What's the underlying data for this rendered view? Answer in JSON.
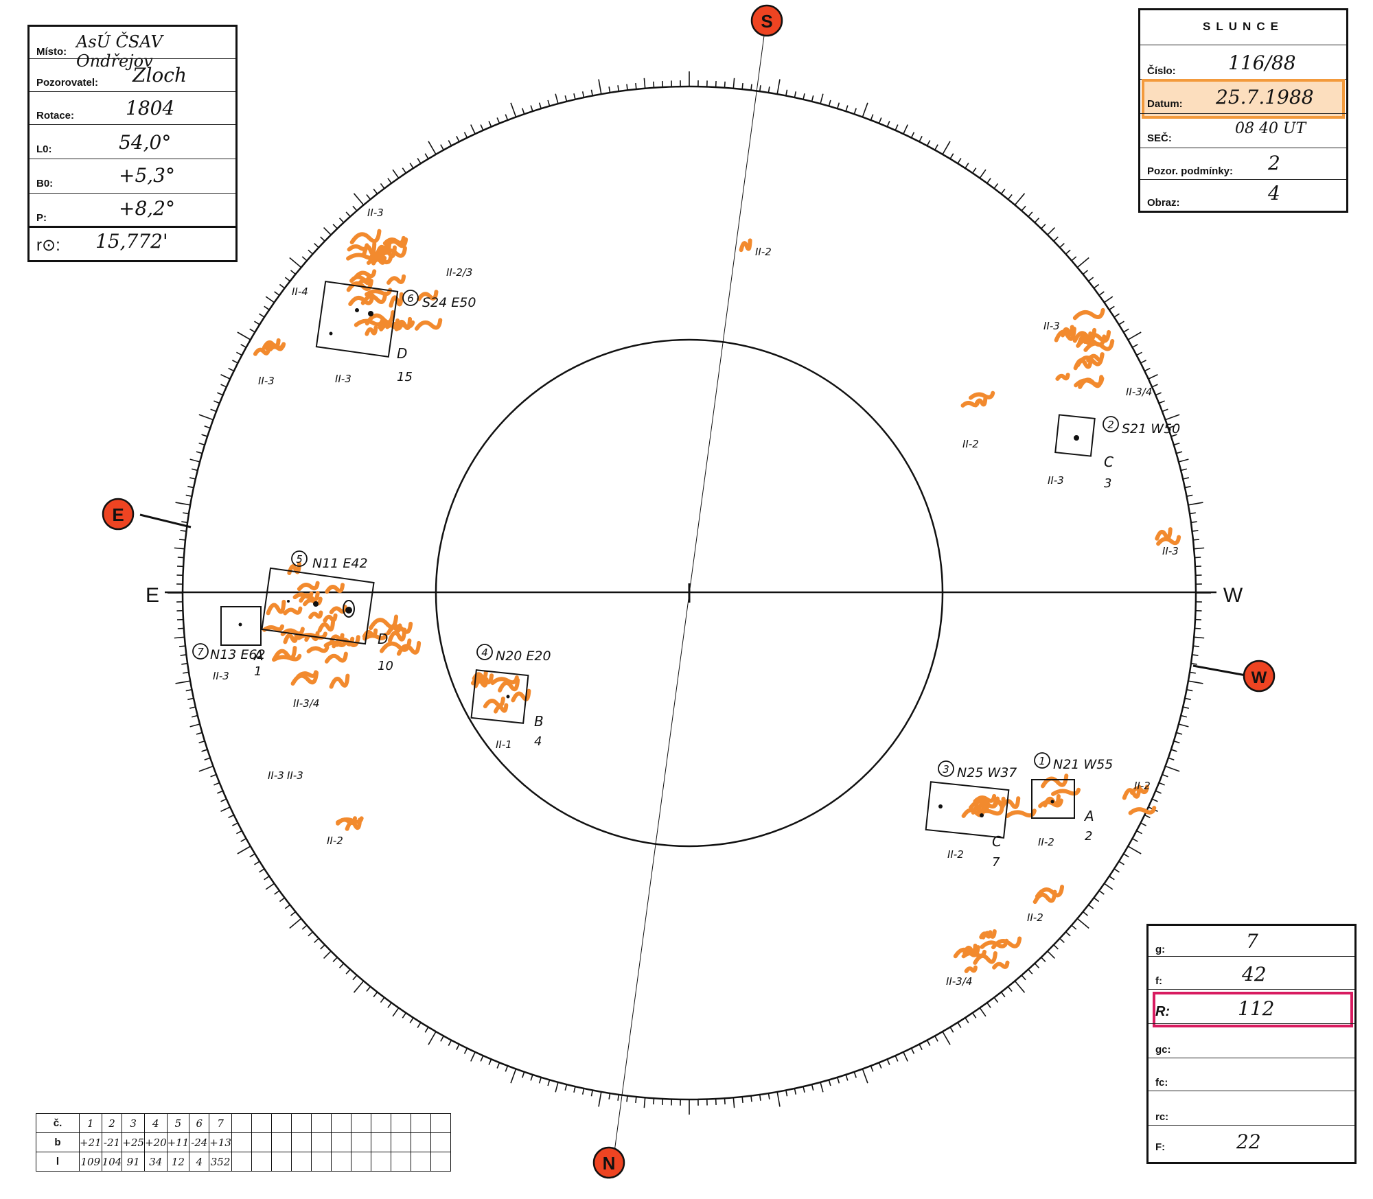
{
  "header_left": {
    "rows": [
      {
        "label": "Místo:",
        "value": "AsÚ ČSAV Ondřejov"
      },
      {
        "label": "Pozorovatel:",
        "value": "Zloch"
      },
      {
        "label": "Rotace:",
        "value": "1804"
      },
      {
        "label": "L0:",
        "value": "54,0°"
      },
      {
        "label": "B0:",
        "value": "+5,3°"
      },
      {
        "label": "P:",
        "value": "+8,2°"
      },
      {
        "label": "r⊙:",
        "value": "15,772'"
      }
    ]
  },
  "header_right": {
    "title": "SLUNCE",
    "rows": [
      {
        "label": "Číslo:",
        "value": "116/88"
      },
      {
        "label": "Datum:",
        "value": "25.7.1988"
      },
      {
        "label": "SEČ:",
        "value": "08 40 UT"
      },
      {
        "label": "Pozor. podmínky:",
        "value": "2"
      },
      {
        "label": "Obraz:",
        "value": "4"
      }
    ],
    "highlight_color": "#f39a3c"
  },
  "summary": {
    "rows": [
      {
        "label": "g:",
        "value": "7"
      },
      {
        "label": "f:",
        "value": "42"
      },
      {
        "label": "R:",
        "value": "112"
      },
      {
        "label": "gc:",
        "value": ""
      },
      {
        "label": "fc:",
        "value": ""
      },
      {
        "label": "rc:",
        "value": ""
      },
      {
        "label": "F:",
        "value": "22"
      }
    ],
    "highlight_color": "#d81b60"
  },
  "groups_table": {
    "row_labels": [
      "č.",
      "b",
      "l"
    ],
    "cols": 18,
    "c": [
      "1",
      "2",
      "3",
      "4",
      "5",
      "6",
      "7"
    ],
    "b": [
      "+21",
      "-21",
      "+25",
      "+20",
      "+11",
      "-24",
      "+13"
    ],
    "l": [
      "109",
      "104",
      "91",
      "34",
      "12",
      "4",
      "352"
    ]
  },
  "compass": {
    "S": "S",
    "E": "E",
    "W": "W",
    "N": "N",
    "marker_color": "#ee4422"
  },
  "axis_labels": {
    "E": "E",
    "W": "W"
  },
  "faculae_color": "#f28a2e",
  "groups": [
    {
      "num": "6",
      "coord": "S24 E50",
      "cls": "D",
      "cnt": "15"
    },
    {
      "num": "2",
      "coord": "S21 W50",
      "cls": "C",
      "cnt": "3"
    },
    {
      "num": "5",
      "coord": "N11 E42",
      "cls": "D",
      "cnt": "10"
    },
    {
      "num": "7",
      "coord": "N13 E62",
      "cls": "A",
      "cnt": "1"
    },
    {
      "num": "4",
      "coord": "N20 E20",
      "cls": "B",
      "cnt": "4"
    },
    {
      "num": "3",
      "coord": "N25 W37",
      "cls": "C",
      "cnt": "7"
    },
    {
      "num": "1",
      "coord": "N21 W55",
      "cls": "A",
      "cnt": "2"
    }
  ],
  "facula_labels": [
    "II-3",
    "II-2/3",
    "II-4",
    "II-3",
    "II-3",
    "II-2",
    "II-3",
    "II-3/4",
    "II-2",
    "II-3",
    "II-3",
    "II-3",
    "II-3/4",
    "II-3",
    "II-2",
    "II-1",
    "II-2",
    "II-2",
    "II-2",
    "II-2",
    "II-3/4",
    "II-3"
  ]
}
